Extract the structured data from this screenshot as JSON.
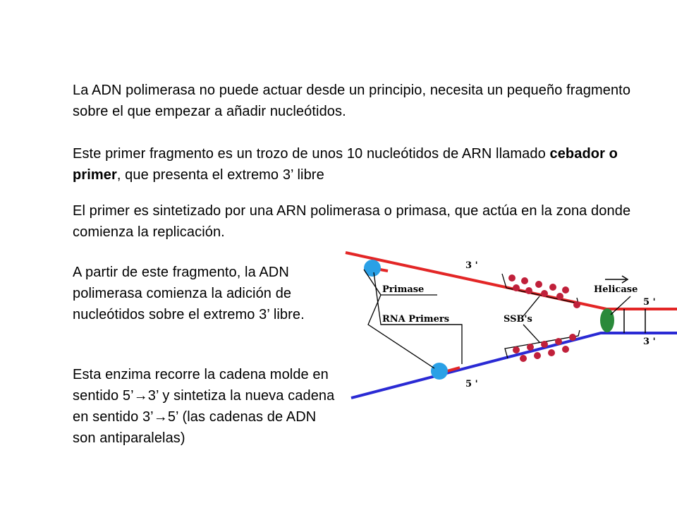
{
  "paragraphs": {
    "p1": "La ADN polimerasa no puede actuar desde un principio, necesita un pequeño fragmento sobre el que empezar a añadir nucleótidos.",
    "p2_before": "Este primer fragmento es un trozo de unos 10 nucleótidos de ARN llamado ",
    "p2_bold": "cebador o primer",
    "p2_after": ",  que presenta el extremo 3’ libre",
    "p3": "El primer es sintetizado por una ARN polimerasa o primasa, que actúa en la zona donde comienza la replicación.",
    "p4": "A  partir de este fragmento, la ADN polimerasa comienza la adición de nucleótidos sobre el extremo 3’ libre.",
    "p5": "Esta enzima recorre la cadena molde en sentido 5’→3’ y sintetiza la nueva cadena en sentido 3’→5’ (las cadenas de ADN son antiparalelas)"
  },
  "diagram": {
    "labels": {
      "primase": "Primase",
      "rna_primers": "RNA Primers",
      "ssbs": "SSB's",
      "helicase": "Helicase",
      "top_left_end": "3 '",
      "bottom_left_end": "5 '",
      "right_top_end": "5 '",
      "right_bottom_end": "3 '"
    },
    "colors": {
      "top_strand": "#e32626",
      "bottom_strand": "#2a2ad4",
      "primase": "#2aa0e6",
      "ssb": "#c0203a",
      "helicase": "#2a8a3a"
    }
  }
}
